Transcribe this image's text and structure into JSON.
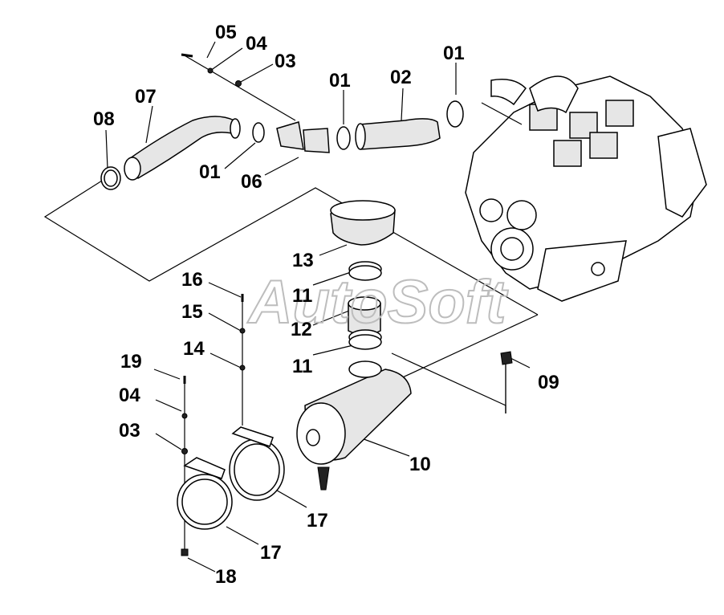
{
  "watermark": "AutoSoft",
  "callouts": {
    "c05": "05",
    "c04_top": "04",
    "c03_top": "03",
    "c07": "07",
    "c08": "08",
    "c01_a": "01",
    "c02": "02",
    "c01_b": "01",
    "c01_c": "01",
    "c06": "06",
    "c13": "13",
    "c16": "16",
    "c11_a": "11",
    "c15": "15",
    "c12": "12",
    "c14": "14",
    "c11_b": "11",
    "c09": "09",
    "c19": "19",
    "c04_bot": "04",
    "c03_bot": "03",
    "c10": "10",
    "c17_a": "17",
    "c17_b": "17",
    "c18": "18"
  }
}
